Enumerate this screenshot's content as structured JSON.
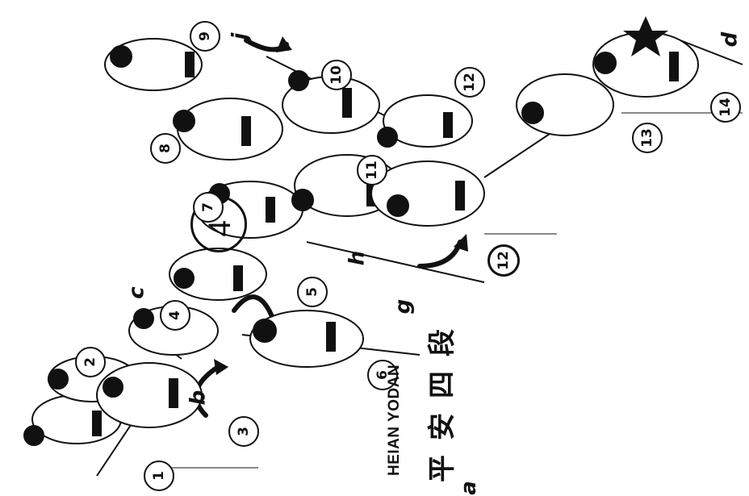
{
  "plate": {
    "number": "4",
    "suffix": "a"
  },
  "heading": "HEIAN YODAN",
  "kanji": "平安四段",
  "steps": [
    "1",
    "2",
    "3",
    "4",
    "5",
    "6",
    "7",
    "8",
    "9",
    "10",
    "11",
    "12",
    "12",
    "13",
    "14"
  ],
  "letters": [
    "a",
    "b",
    "c",
    "d",
    "g",
    "h",
    "j"
  ],
  "figure": {
    "line_color": "#111111",
    "background": "#ffffff"
  }
}
